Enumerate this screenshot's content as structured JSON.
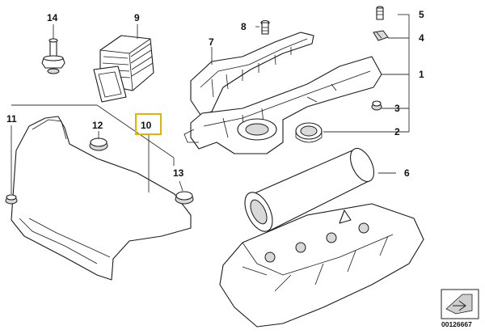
{
  "diagram": {
    "callouts": {
      "c1": "1",
      "c2": "2",
      "c3": "3",
      "c4": "4",
      "c5": "5",
      "c6": "6",
      "c7": "7",
      "c8": "8",
      "c9": "9",
      "c10": "10",
      "c11": "11",
      "c12": "12",
      "c13": "13",
      "c14": "14"
    },
    "catalog_number": "00126667",
    "colors": {
      "line": "#1a1a1a",
      "highlight_box": "#e0b400",
      "shade": "#d9d9d9"
    }
  }
}
